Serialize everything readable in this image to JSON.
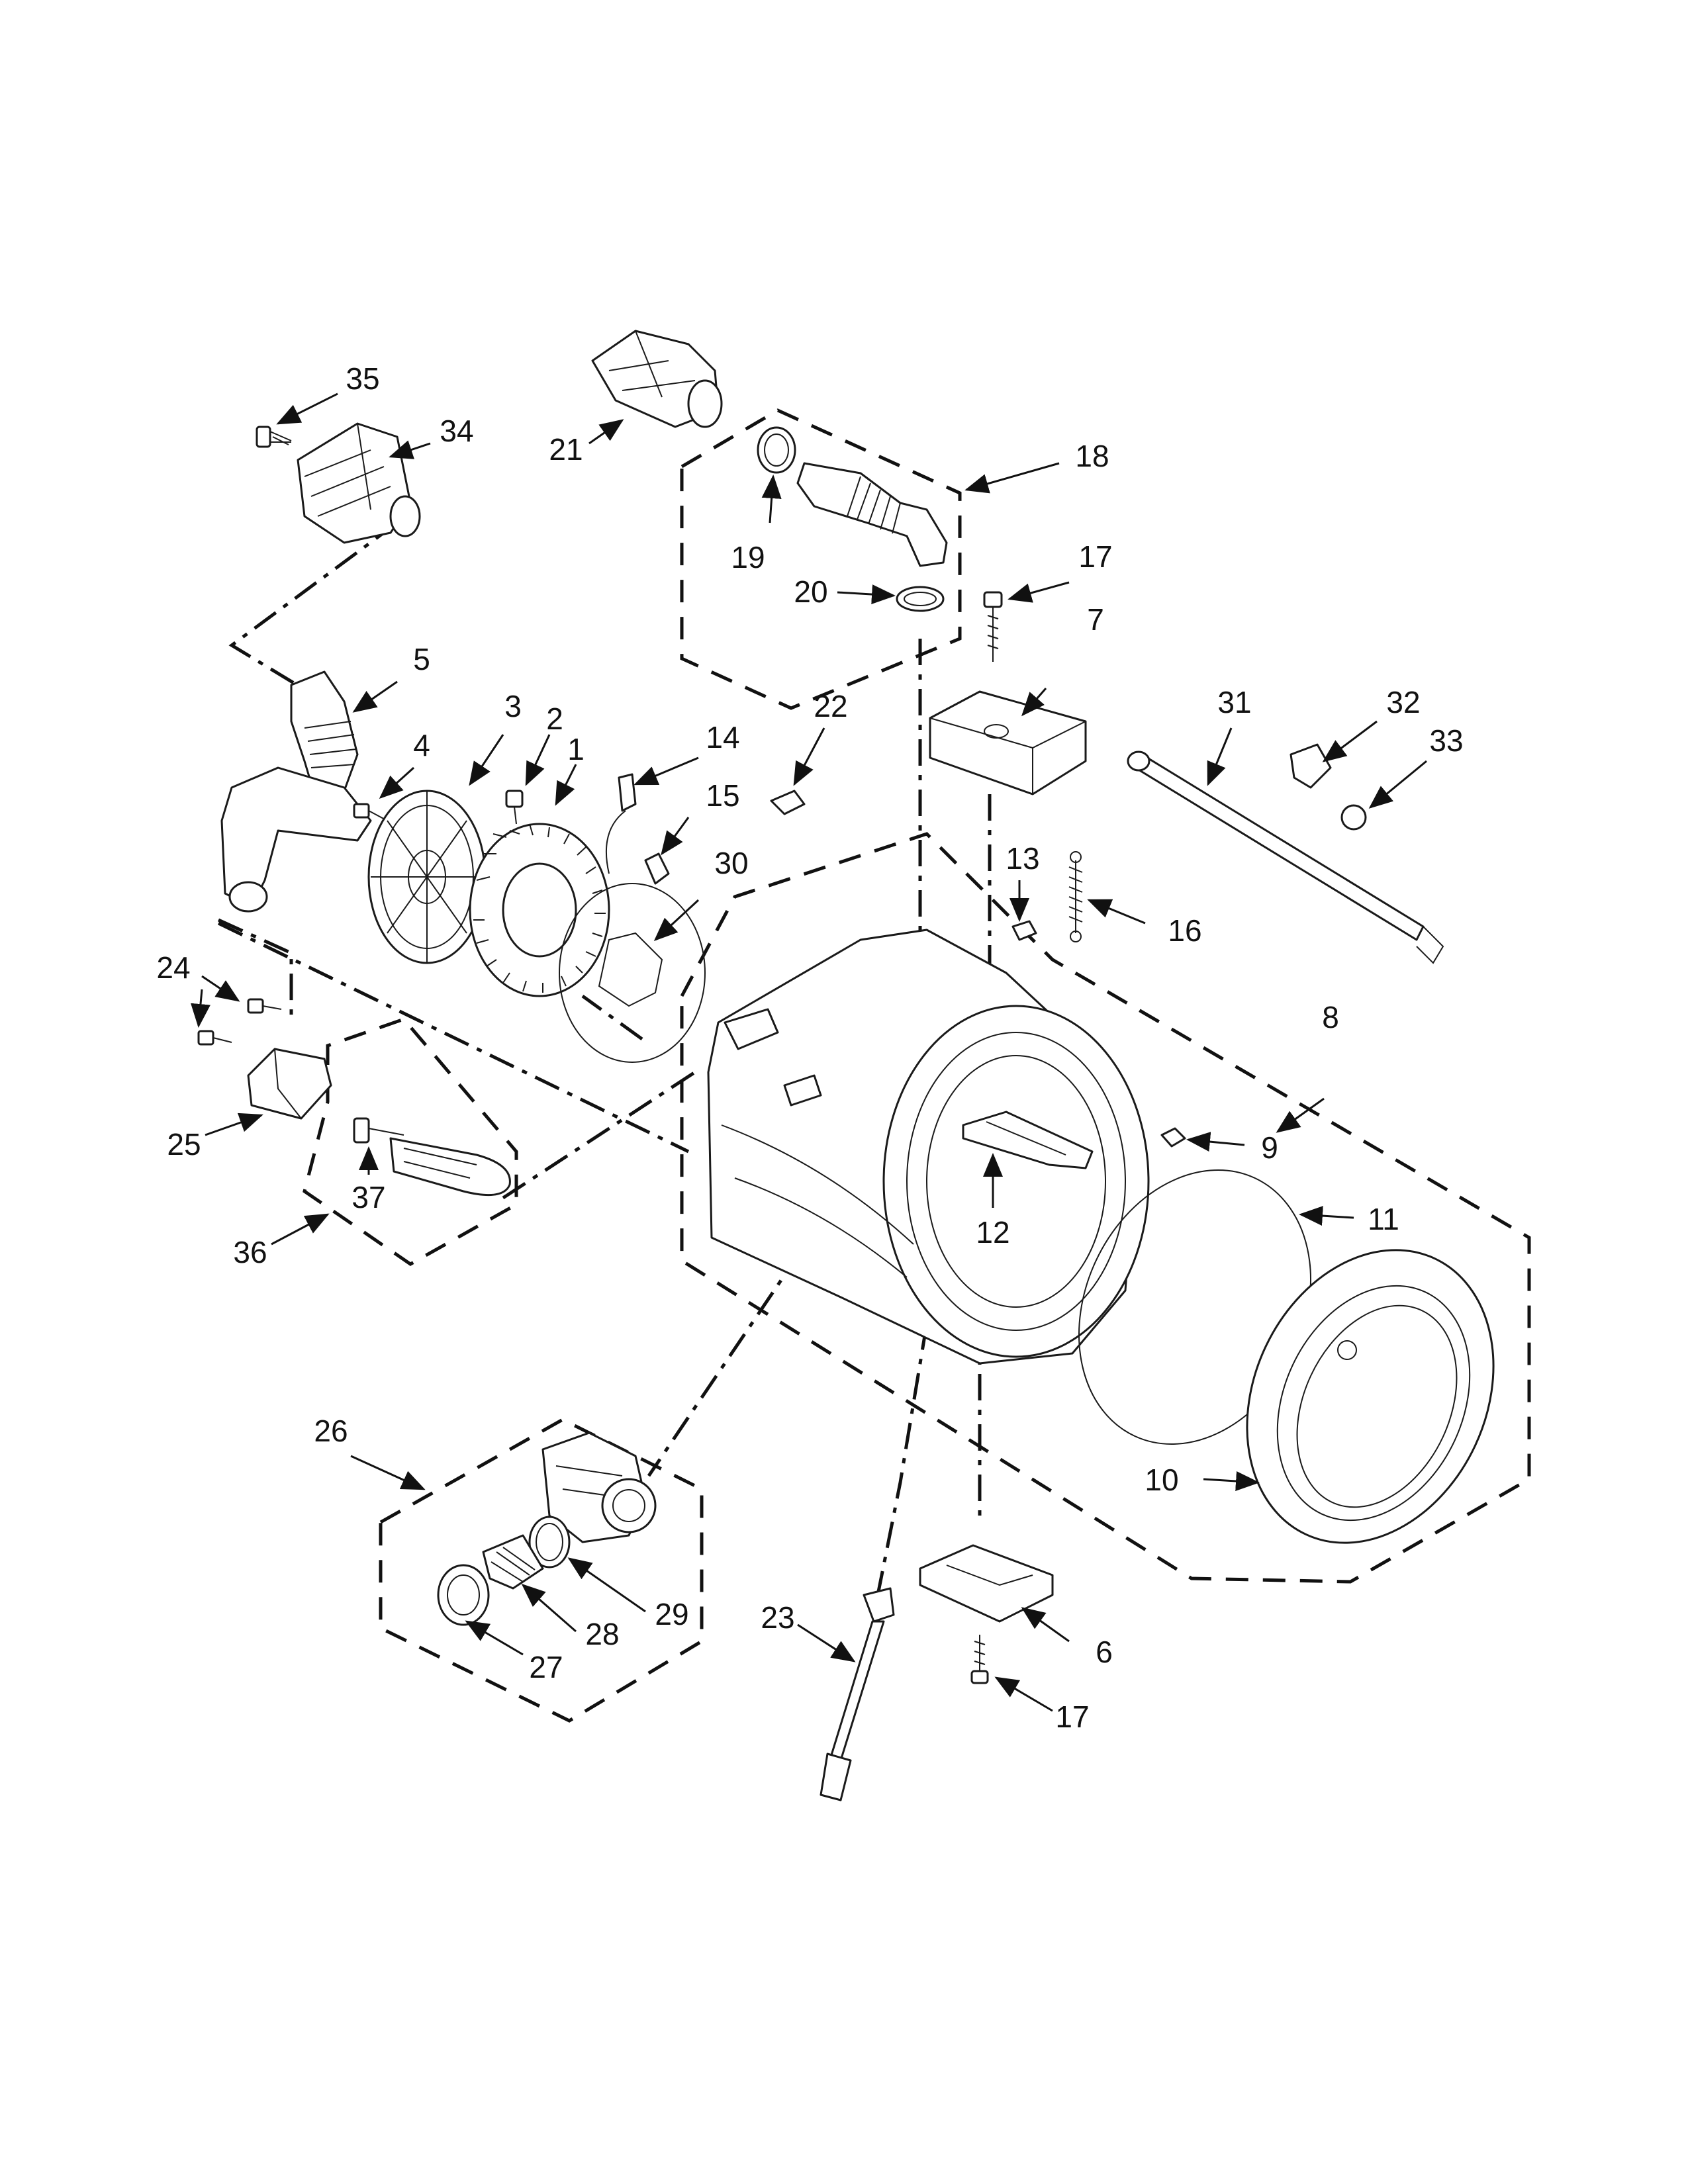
{
  "callouts": [
    {
      "id": "c1",
      "text": "1"
    },
    {
      "id": "c2",
      "text": "2"
    },
    {
      "id": "c3",
      "text": "3"
    },
    {
      "id": "c4",
      "text": "4"
    },
    {
      "id": "c5",
      "text": "5"
    },
    {
      "id": "c6",
      "text": "6"
    },
    {
      "id": "c7",
      "text": "7"
    },
    {
      "id": "c8",
      "text": "8"
    },
    {
      "id": "c9",
      "text": "9"
    },
    {
      "id": "c10",
      "text": "10"
    },
    {
      "id": "c11",
      "text": "11"
    },
    {
      "id": "c12",
      "text": "12"
    },
    {
      "id": "c13",
      "text": "13"
    },
    {
      "id": "c14",
      "text": "14"
    },
    {
      "id": "c15",
      "text": "15"
    },
    {
      "id": "c16",
      "text": "16"
    },
    {
      "id": "c17a",
      "text": "17"
    },
    {
      "id": "c17b",
      "text": "17"
    },
    {
      "id": "c18",
      "text": "18"
    },
    {
      "id": "c19",
      "text": "19"
    },
    {
      "id": "c20",
      "text": "20"
    },
    {
      "id": "c21",
      "text": "21"
    },
    {
      "id": "c22",
      "text": "22"
    },
    {
      "id": "c23",
      "text": "23"
    },
    {
      "id": "c24",
      "text": "24"
    },
    {
      "id": "c25",
      "text": "25"
    },
    {
      "id": "c26",
      "text": "26"
    },
    {
      "id": "c27",
      "text": "27"
    },
    {
      "id": "c28",
      "text": "28"
    },
    {
      "id": "c29",
      "text": "29"
    },
    {
      "id": "c30",
      "text": "30"
    },
    {
      "id": "c31",
      "text": "31"
    },
    {
      "id": "c32",
      "text": "32"
    },
    {
      "id": "c33",
      "text": "33"
    },
    {
      "id": "c34",
      "text": "34"
    },
    {
      "id": "c35",
      "text": "35"
    },
    {
      "id": "c36",
      "text": "36"
    },
    {
      "id": "c37",
      "text": "37"
    }
  ],
  "colors": {
    "line": "#1a1a1a",
    "background": "#ffffff"
  }
}
